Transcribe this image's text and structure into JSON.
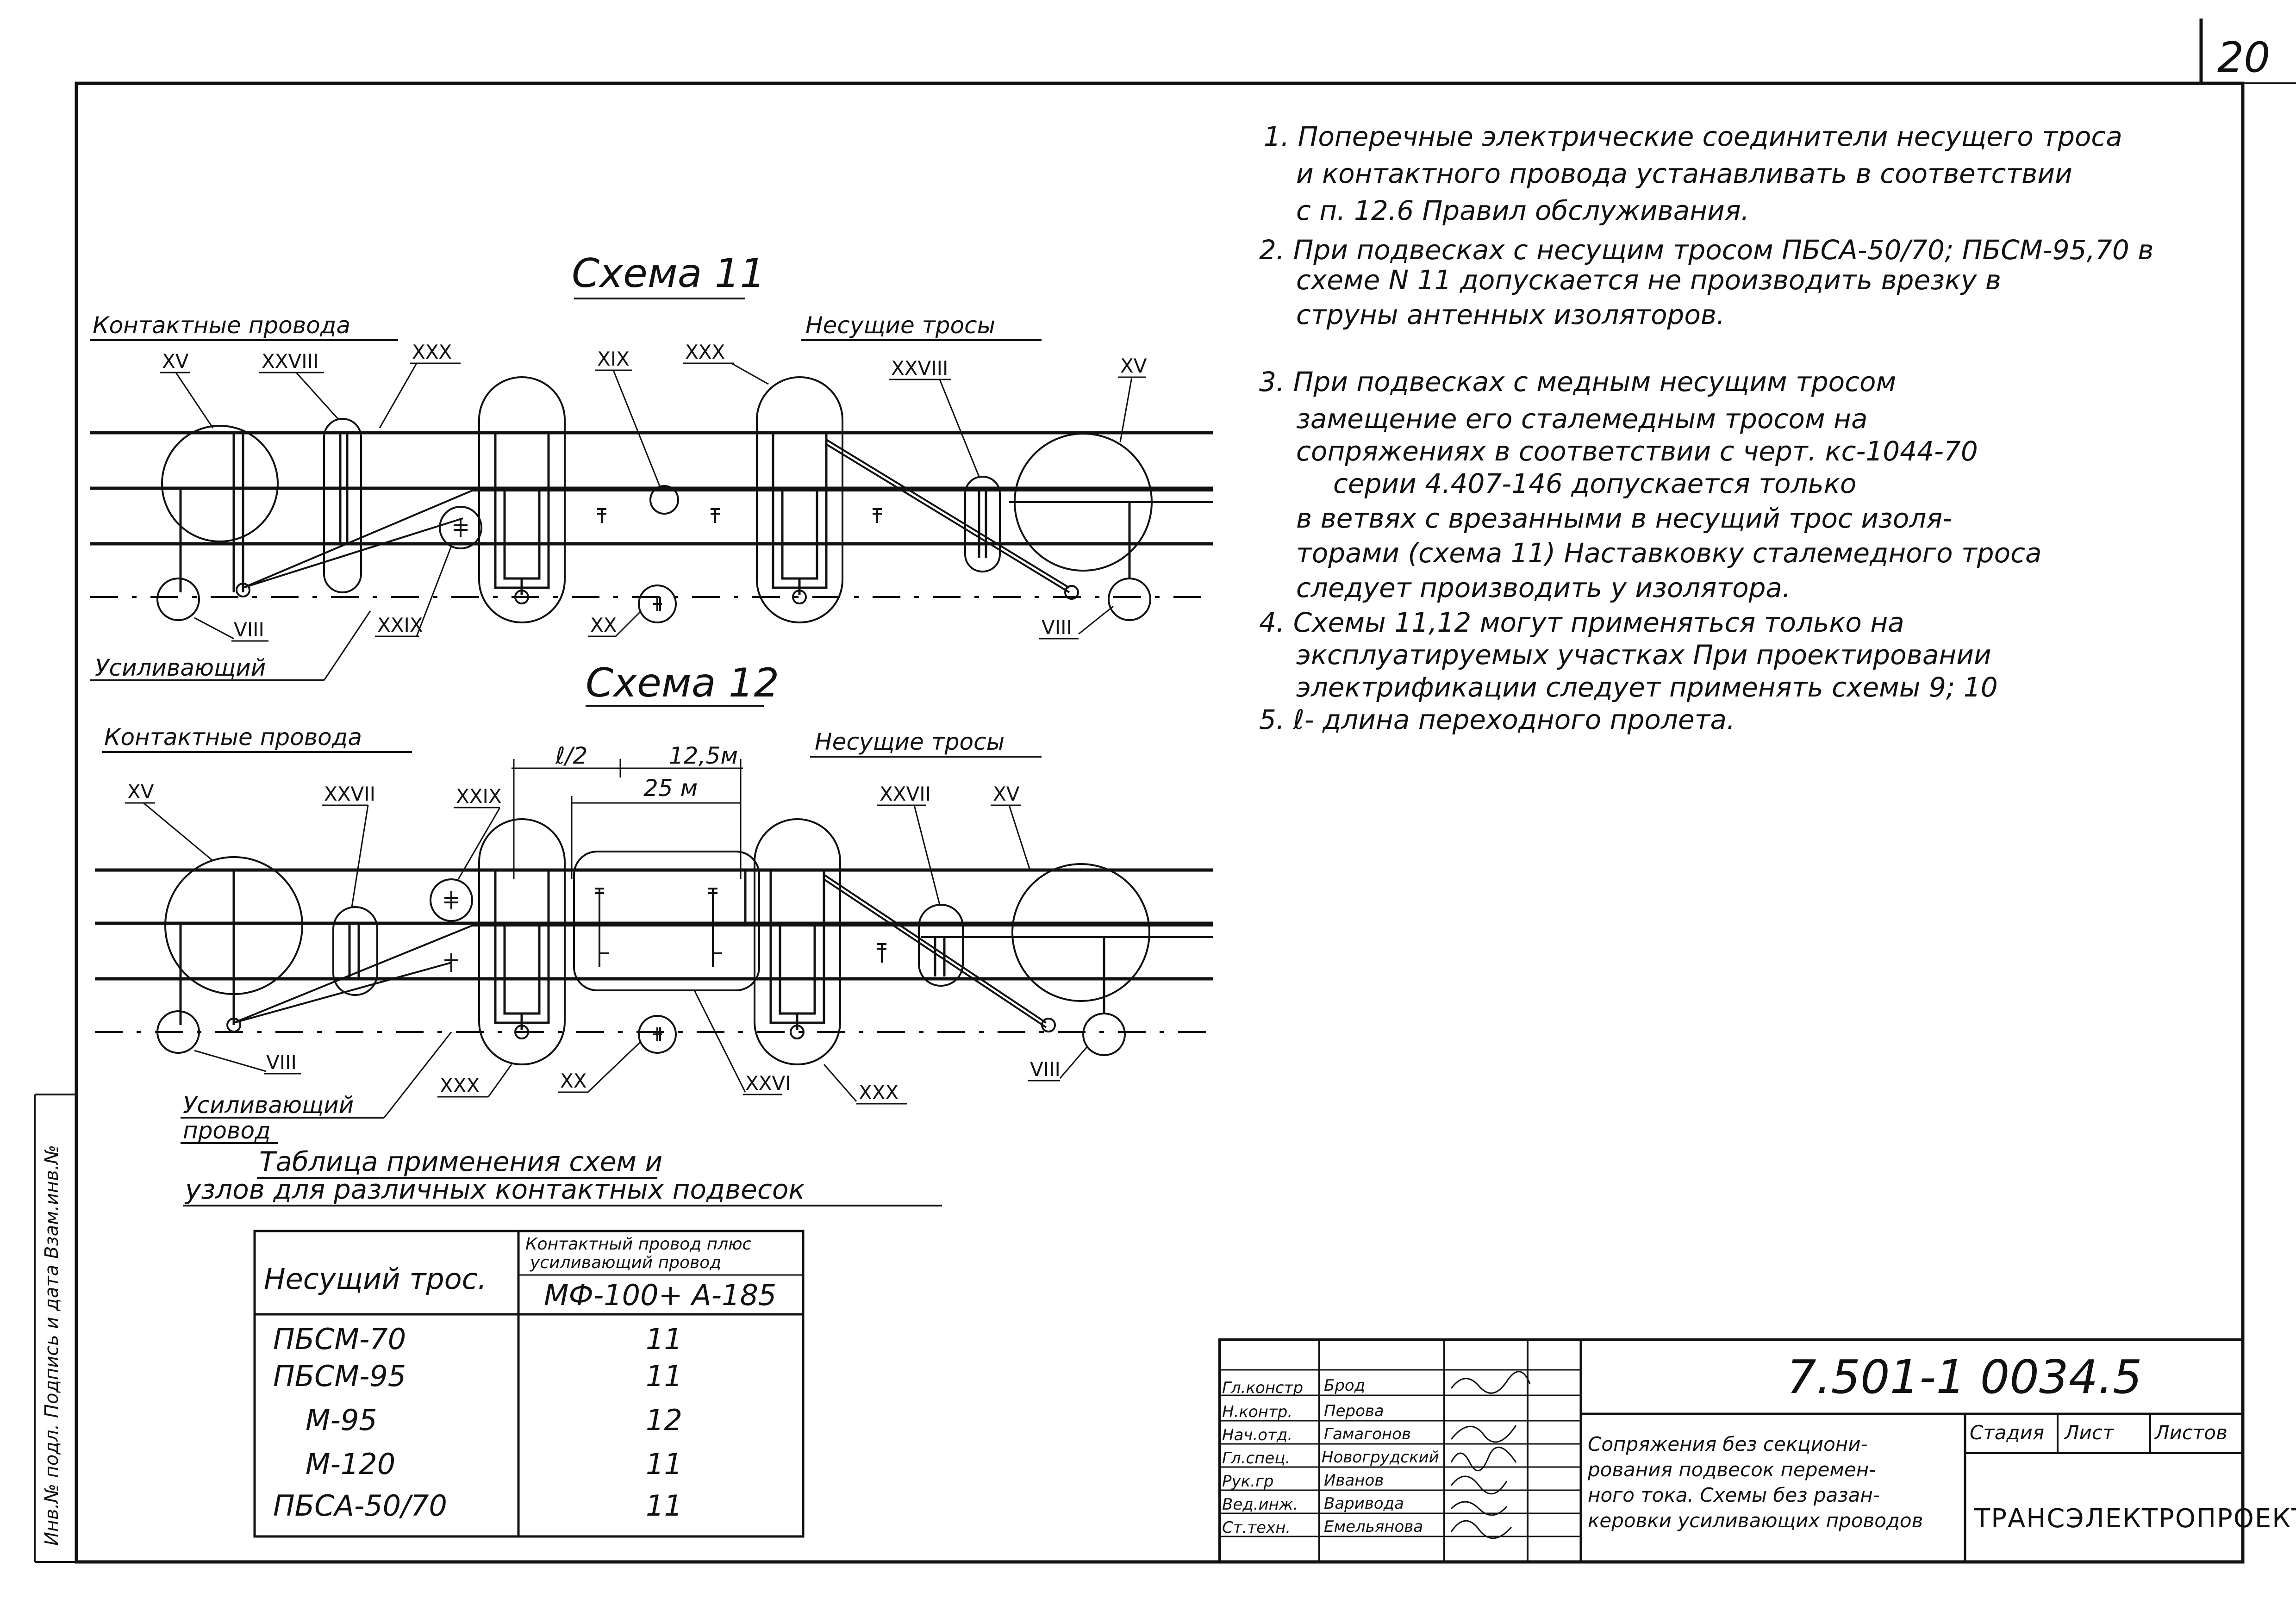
{
  "sheet": {
    "page_number": "20",
    "margin_vertical_text": "Инв.№ подл. Подпись и дата Взам.инв.№"
  },
  "scheme11": {
    "title": "Схема 11",
    "label_contact": "Контактные провода",
    "label_carrier": "Несущие тросы",
    "label_reinforcing": "Усиливающий",
    "nodes_top": [
      "XV",
      "XXVIII",
      "XXX",
      "XIX",
      "XXX",
      "XXVIII",
      "XV"
    ],
    "nodes_bottom": [
      "VIII",
      "XXIX",
      "XX",
      "VIII"
    ]
  },
  "scheme12": {
    "title": "Схема 12",
    "label_contact": "Контактные провода",
    "label_carrier": "Несущие тросы",
    "label_reinforcing_1": "Усиливающий",
    "label_reinforcing_2": "провод",
    "dim_half": "ℓ/2",
    "dim_125": "12,5м",
    "dim_25": "25 м",
    "nodes_top": [
      "XV",
      "XXVII",
      "XXIX",
      "XXVII",
      "XV"
    ],
    "nodes_bottom": [
      "VIII",
      "XXX",
      "XX",
      "XXVI",
      "XXX",
      "VIII"
    ]
  },
  "notes": [
    "1. Поперечные электрические соединители несущего троса",
    "и контактного провода устанавливать в соответствии",
    "с п. 12.6 Правил обслуживания.",
    "2. При подвесках с несущим тросом ПБСА-50/70; ПБСМ-95,70 в",
    "схеме N 11 допускается не производить врезку в",
    "струны антенных изоляторов.",
    "3. При подвесках с медным несущим тросом",
    "замещение его сталемедным тросом на",
    "сопряжениях в соответствии с черт. кс-1044-70",
    "серии 4.407-146 допускается только",
    "в ветвях с врезанными в несущий трос изоля-",
    "торами (схема 11) Наставковку сталемедного троса",
    "следует производить у изолятора.",
    "4. Схемы 11,12 могут применяться только на",
    "эксплуатируемых участках При проектировании",
    "электрификации следует применять схемы 9; 10",
    "5. ℓ- длина переходного пролета."
  ],
  "table": {
    "title_1": "Таблица применения схем и",
    "title_2": "узлов для различных контактных подвесок",
    "head_col1": "Несущий трос.",
    "head_col2_1": "Контактный провод плюс",
    "head_col2_2": "усиливающий провод",
    "head_col2_3": "МФ-100+ А-185",
    "rows": [
      {
        "cable": "ПБСМ-70",
        "scheme": "11"
      },
      {
        "cable": "ПБСМ-95",
        "scheme": "11"
      },
      {
        "cable": "М-95",
        "scheme": "12"
      },
      {
        "cable": "М-120",
        "scheme": "11"
      },
      {
        "cable": "ПБСА-50/70",
        "scheme": "11"
      }
    ]
  },
  "stamp": {
    "code": "7.501-1 0034.5",
    "roles": [
      {
        "role": "Гл.констр",
        "name": "Брод"
      },
      {
        "role": "Н.контр.",
        "name": "Перова"
      },
      {
        "role": "Нач.отд.",
        "name": "Гамагонов"
      },
      {
        "role": "Гл.спец.",
        "name": "Новогрудский"
      },
      {
        "role": "Рук.гр",
        "name": "Иванов"
      },
      {
        "role": "Вед.инж.",
        "name": "Варивода"
      },
      {
        "role": "Ст.техн.",
        "name": "Емельянова"
      }
    ],
    "desc": [
      "Сопряжения без секциони-",
      "рования подвесок перемен-",
      "ного тока. Схемы без разан-",
      "керовки усиливающих проводов"
    ],
    "stage": "Стадия",
    "sheet": "Лист",
    "sheets": "Листов",
    "org": "ТРАНСЭЛЕКТРОПРОЕКТ"
  }
}
